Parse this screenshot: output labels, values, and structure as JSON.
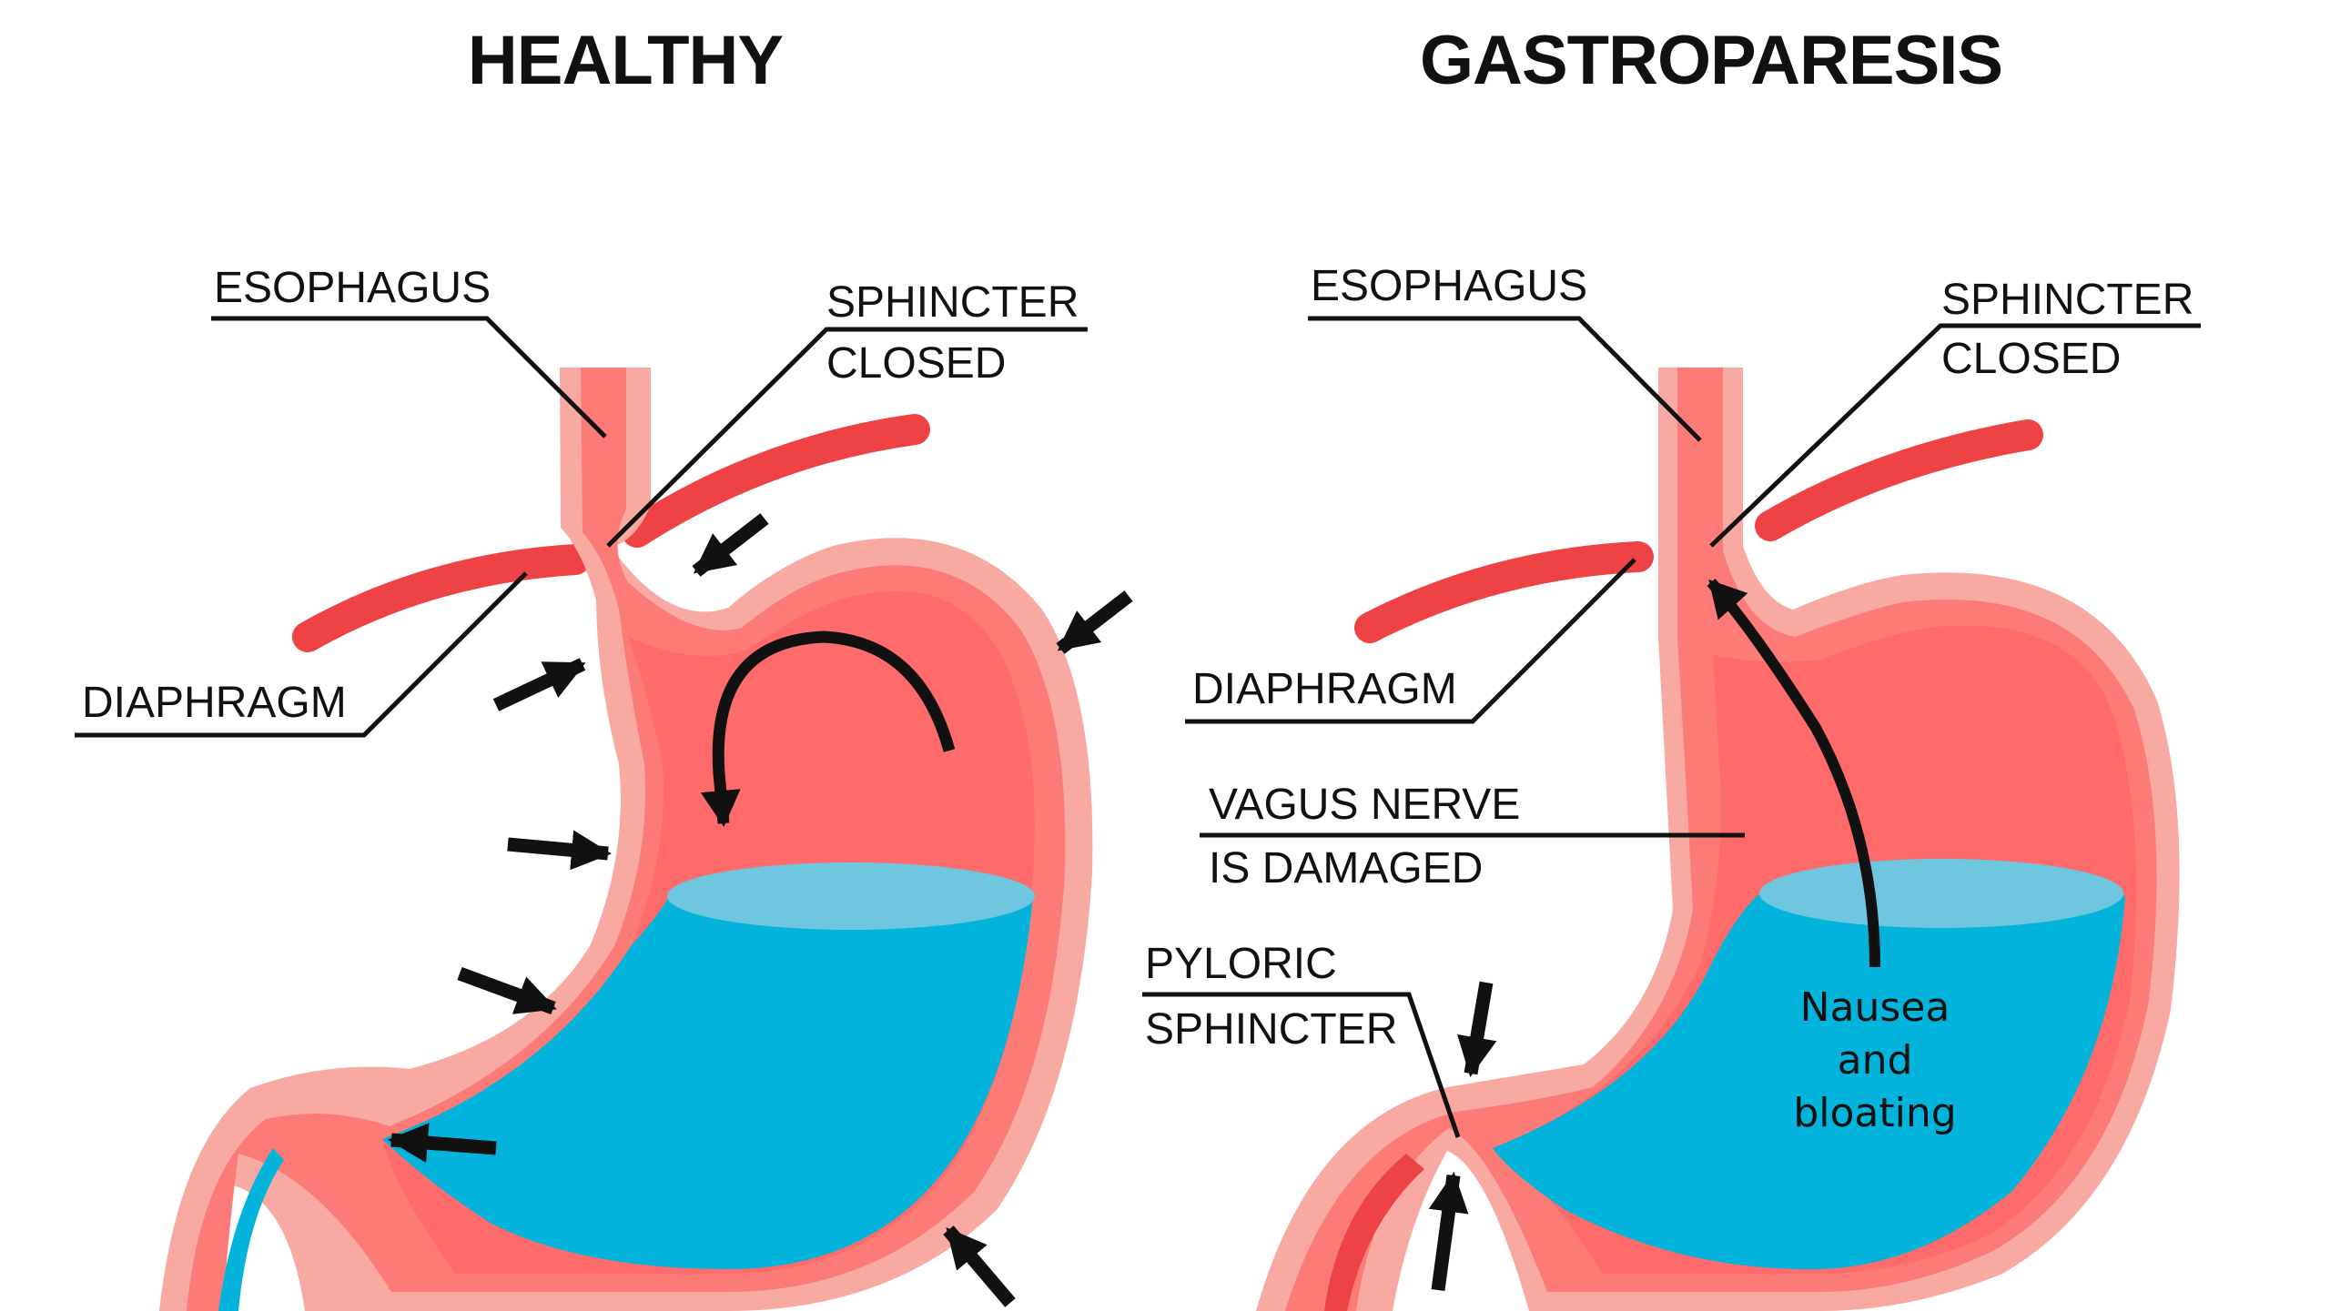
{
  "colors": {
    "wall": "#f7a9a2",
    "inner_lining": "#fc7b77",
    "stomach_cavity": "#ff6b6b",
    "diaphragm": "#ef4245",
    "fluid": "#02b4db",
    "fluid_surface": "#6fc6df",
    "ink": "#111111"
  },
  "icons": [
    "arrow-icon",
    "curved-arrow-icon"
  ],
  "healthy": {
    "title": "HEALTHY",
    "labels": {
      "esophagus": "ESOPHAGUS",
      "sphincter_line1": "SPHINCTER",
      "sphincter_line2": "CLOSED",
      "diaphragm": "DIAPHRAGM"
    }
  },
  "gastroparesis": {
    "title": "GASTROPARESIS",
    "labels": {
      "esophagus": "ESOPHAGUS",
      "sphincter_line1": "SPHINCTER",
      "sphincter_line2": "CLOSED",
      "diaphragm": "DIAPHRAGM",
      "vagus_line1": "VAGUS NERVE",
      "vagus_line2": "IS DAMAGED",
      "pyloric_line1": "PYLORIC",
      "pyloric_line2": "SPHINCTER",
      "symptom_line1": "Nausea",
      "symptom_line2": "and",
      "symptom_line3": "bloating"
    }
  }
}
